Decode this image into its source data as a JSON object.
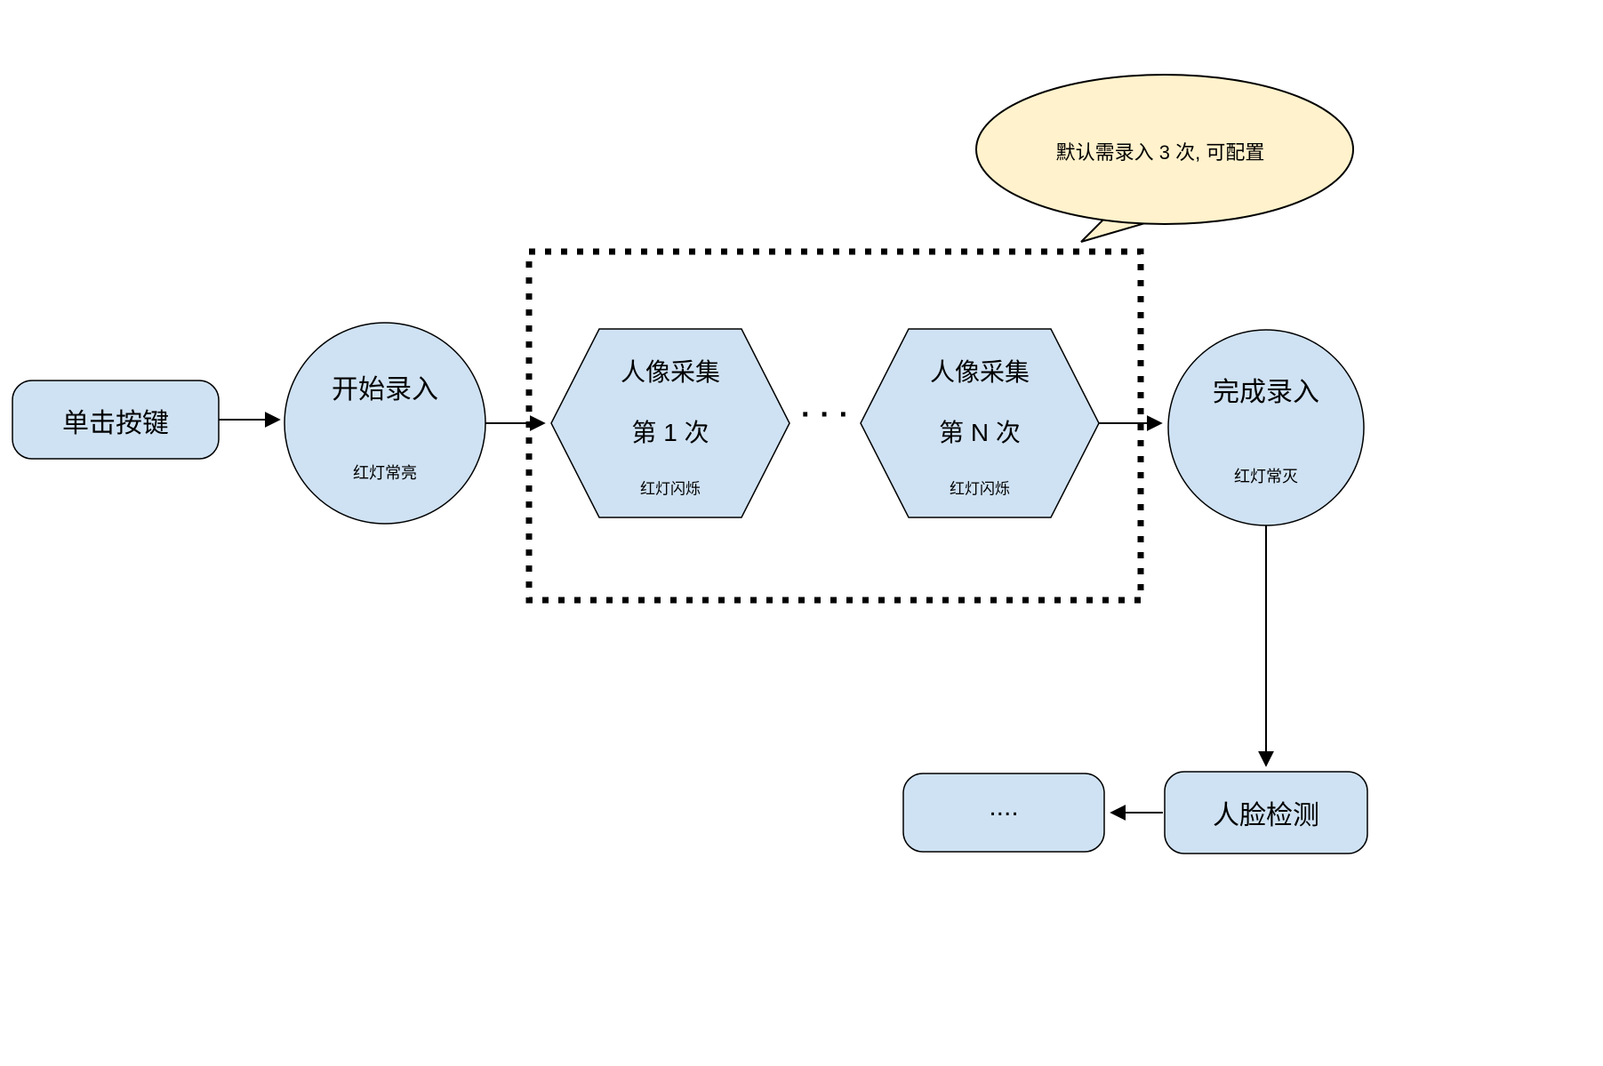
{
  "colors": {
    "node_fill": "#cfe2f3",
    "bubble_fill": "#fff2cc",
    "line": "#000000"
  },
  "bubble": {
    "text": "默认需录入 3 次, 可配置"
  },
  "nodes": {
    "click_button": {
      "label": "单击按键"
    },
    "start_entry": {
      "title": "开始录入",
      "sub": "红灯常亮"
    },
    "capture_first": {
      "line1": "人像采集",
      "line2": "第 1 次",
      "sub": "红灯闪烁"
    },
    "between_dots": "···",
    "capture_nth": {
      "line1": "人像采集",
      "line2": "第 N 次",
      "sub": "红灯闪烁"
    },
    "finish_entry": {
      "title": "完成录入",
      "sub": "红灯常灭"
    },
    "face_detect": {
      "label": "人脸检测"
    },
    "more": {
      "label": "...."
    }
  }
}
